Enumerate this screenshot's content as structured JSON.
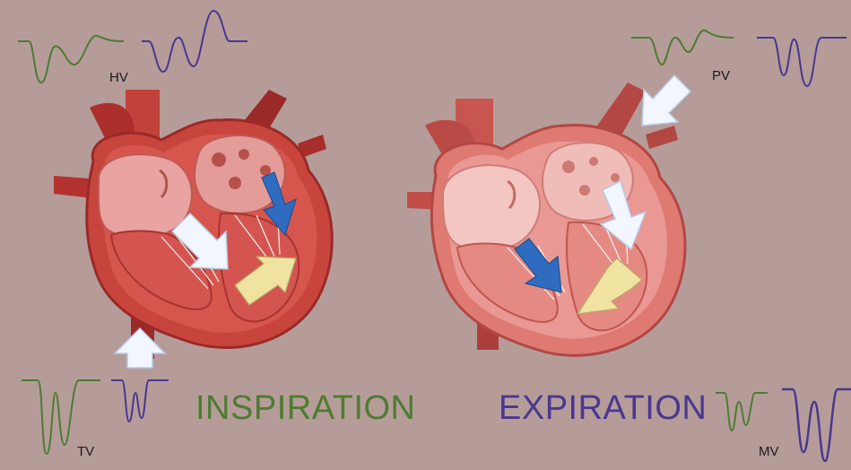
{
  "colors": {
    "background": "#b59c99",
    "inspiration": "#4e7b32",
    "expiration": "#4b3790",
    "blue_arrow": "#2f6cc0",
    "yellow_arrow": "#f0e3a2",
    "white_arrow": "#f1f6ff",
    "heart_dark": "#b3322f",
    "heart_mid": "#d6564d",
    "heart_light": "#e9a3a0"
  },
  "labels": {
    "hv": "HV",
    "pv": "PV",
    "tv": "TV",
    "mv": "MV",
    "inspiration": "INSPIRATION",
    "expiration": "EXPIRATION"
  },
  "icons": {
    "waveform": "doppler-waveform-icon",
    "heart": "heart-cross-section-icon",
    "arrow": "flow-arrow-icon"
  }
}
